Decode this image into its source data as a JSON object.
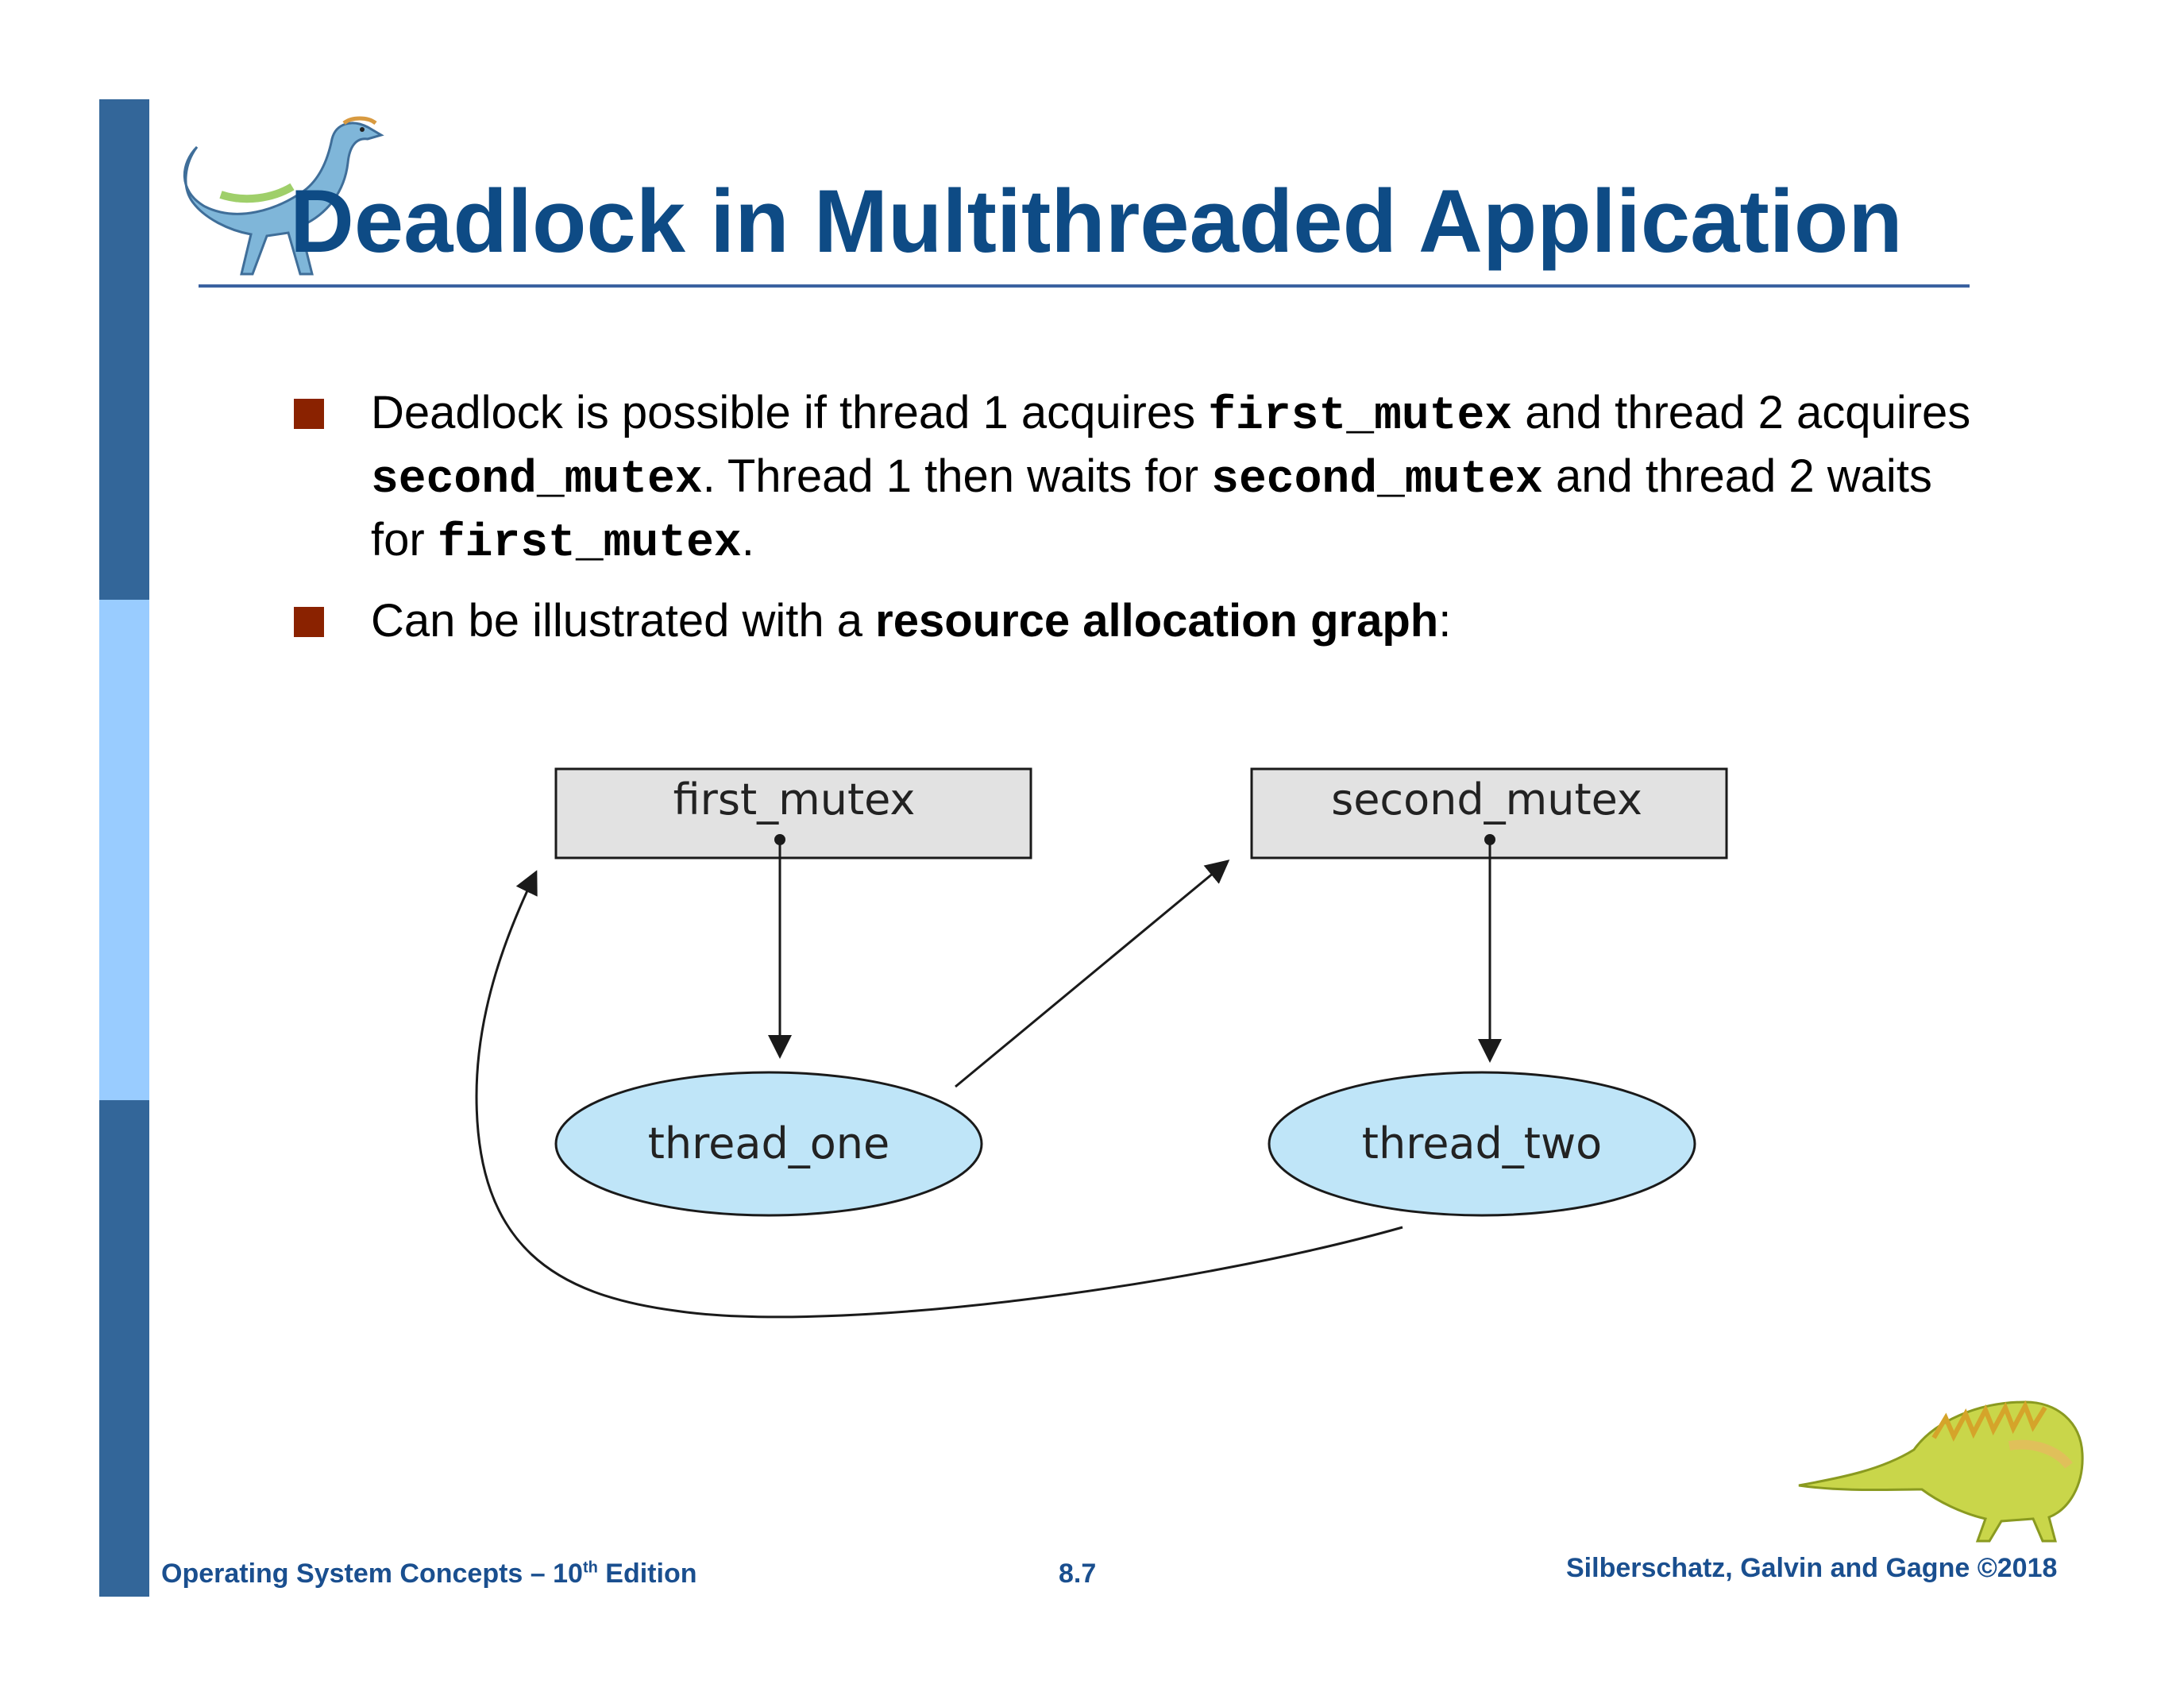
{
  "slide": {
    "title": "Deadlock in Multithreaded Application"
  },
  "bullets": [
    {
      "parts": [
        {
          "text": "Deadlock is possible if thread 1 acquires ",
          "style": "plain"
        },
        {
          "text": "first_mutex",
          "style": "code"
        },
        {
          "text": " and thread 2 acquires ",
          "style": "plain"
        },
        {
          "text": "second_mutex",
          "style": "code"
        },
        {
          "text": ". Thread 1 then waits for ",
          "style": "plain"
        },
        {
          "text": "second_mutex",
          "style": "code"
        },
        {
          "text": " and thread 2 waits for ",
          "style": "plain"
        },
        {
          "text": "first_mutex",
          "style": "code"
        },
        {
          "text": ".",
          "style": "plain"
        }
      ]
    },
    {
      "parts": [
        {
          "text": "Can be illustrated with a ",
          "style": "plain"
        },
        {
          "text": "resource allocation graph",
          "style": "bold"
        },
        {
          "text": ":",
          "style": "plain"
        }
      ]
    }
  ],
  "graph": {
    "resources": [
      "first_mutex",
      "second_mutex"
    ],
    "threads": [
      "thread_one",
      "thread_two"
    ],
    "edges": [
      {
        "from": "first_mutex",
        "to": "thread_one",
        "kind": "assignment"
      },
      {
        "from": "second_mutex",
        "to": "thread_two",
        "kind": "assignment"
      },
      {
        "from": "thread_one",
        "to": "second_mutex",
        "kind": "request"
      },
      {
        "from": "thread_two",
        "to": "first_mutex",
        "kind": "request"
      }
    ],
    "colors": {
      "resource_fill": "#e2e2e2",
      "thread_fill": "#bfe5f8",
      "stroke": "#1a1a1a"
    }
  },
  "footer": {
    "left_main": "Operating System Concepts – 10",
    "left_sup": "th",
    "left_end": " Edition",
    "page": "8.7",
    "right": "Silberschatz, Galvin and Gagne ©2018"
  },
  "colors": {
    "title": "#0e4b85",
    "footer": "#1a4f8f",
    "bullet_marker": "#8a2200",
    "side_bar_dark": "#336699",
    "side_bar_light": "#99ccff"
  }
}
